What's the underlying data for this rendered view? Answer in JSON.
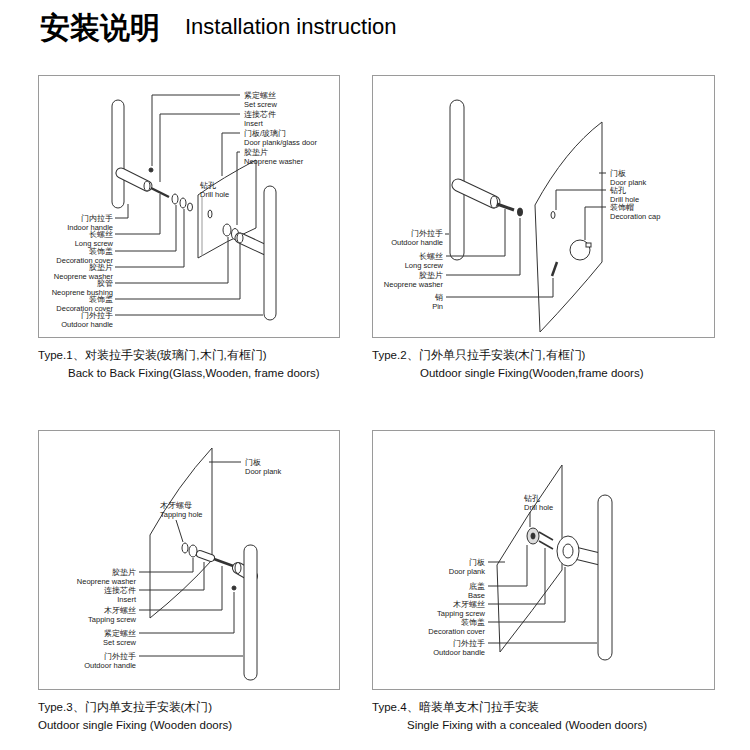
{
  "diagram": {
    "title": "安装说明",
    "nodes": [
      {
        "text": [
          "Type.1、对装拉手安装(玻璃门,木门,有框门)",
          "Back to Back Fixing(Glass,Wooden, frame doors)"
        ]
      },
      {
        "text": [
          "Type.2、门外单只拉手安装(木门,有框门)",
          "Outdoor single Fixing(Wooden,frame doors)"
        ]
      },
      {
        "text": [
          "Type.3、门内单支拉手安装(木门)",
          "Outdoor single Fixing (Wooden doors)"
        ]
      },
      {
        "text": [
          "Type.4、暗装单支木门拉手安装",
          "Single Fixing with a concealed (Wooden doors)"
        ]
      }
    ],
    "labels": [
      "Installation instruction",
      "紧定螺丝",
      "Set screw",
      "连接芯件",
      "Insert",
      "门板/玻璃门",
      "Door plank/glass door",
      "胶垫片",
      "Neoprene washer",
      "钻孔",
      "Drill hole",
      "门内拉手",
      "Indoor handle",
      "长螺丝",
      "Long screw",
      "装饰盖",
      "Decoration cover",
      "胶垫片",
      "Neoprene washer",
      "胶管",
      "Neoprene bushing",
      "装饰盖",
      "Decoration cover",
      "门外拉手",
      "Outdoor handle",
      "门板",
      "Door plank",
      "钻孔",
      "Drill hole",
      "装饰帽",
      "Decoration cap",
      "门外拉手",
      "Outdoor handle",
      "长螺丝",
      "Long screw",
      "胶垫片",
      "Neoprene washer",
      "销",
      "Pin",
      "门板",
      "Door plank",
      "木牙螺母",
      "Tapping hole",
      "胶垫片",
      "Neoprene washer",
      "连接芯件",
      "Insert",
      "木牙螺丝",
      "Tapping screw",
      "紧定螺丝",
      "Set screw",
      "门外拉手",
      "Outdoor handle",
      "钻孔",
      "Drill hole",
      "门板",
      "Door plank",
      "底盖",
      "Base",
      "木牙螺丝",
      "Tapping screw",
      "装饰盖",
      "Decoration cover",
      "门外拉手",
      "Outdoor bandle"
    ]
  }
}
